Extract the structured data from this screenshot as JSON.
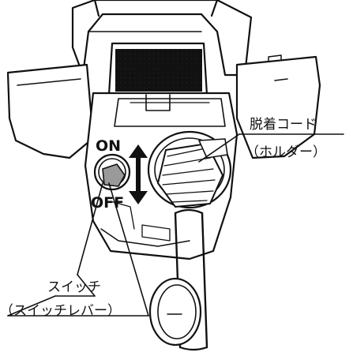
{
  "labels": {
    "on": "ON",
    "off": "OFF",
    "detach_cord": "脱着コード",
    "detach_cord_sub": "（ホルダー）",
    "switch": "スイッチ",
    "switch_sub": "（スイッチレバー）"
  },
  "colors": {
    "line": "#111111",
    "fill": "#ffffff",
    "lever": "#9a9a9a"
  },
  "icons": {
    "arrow": "double-vertical-arrow"
  }
}
